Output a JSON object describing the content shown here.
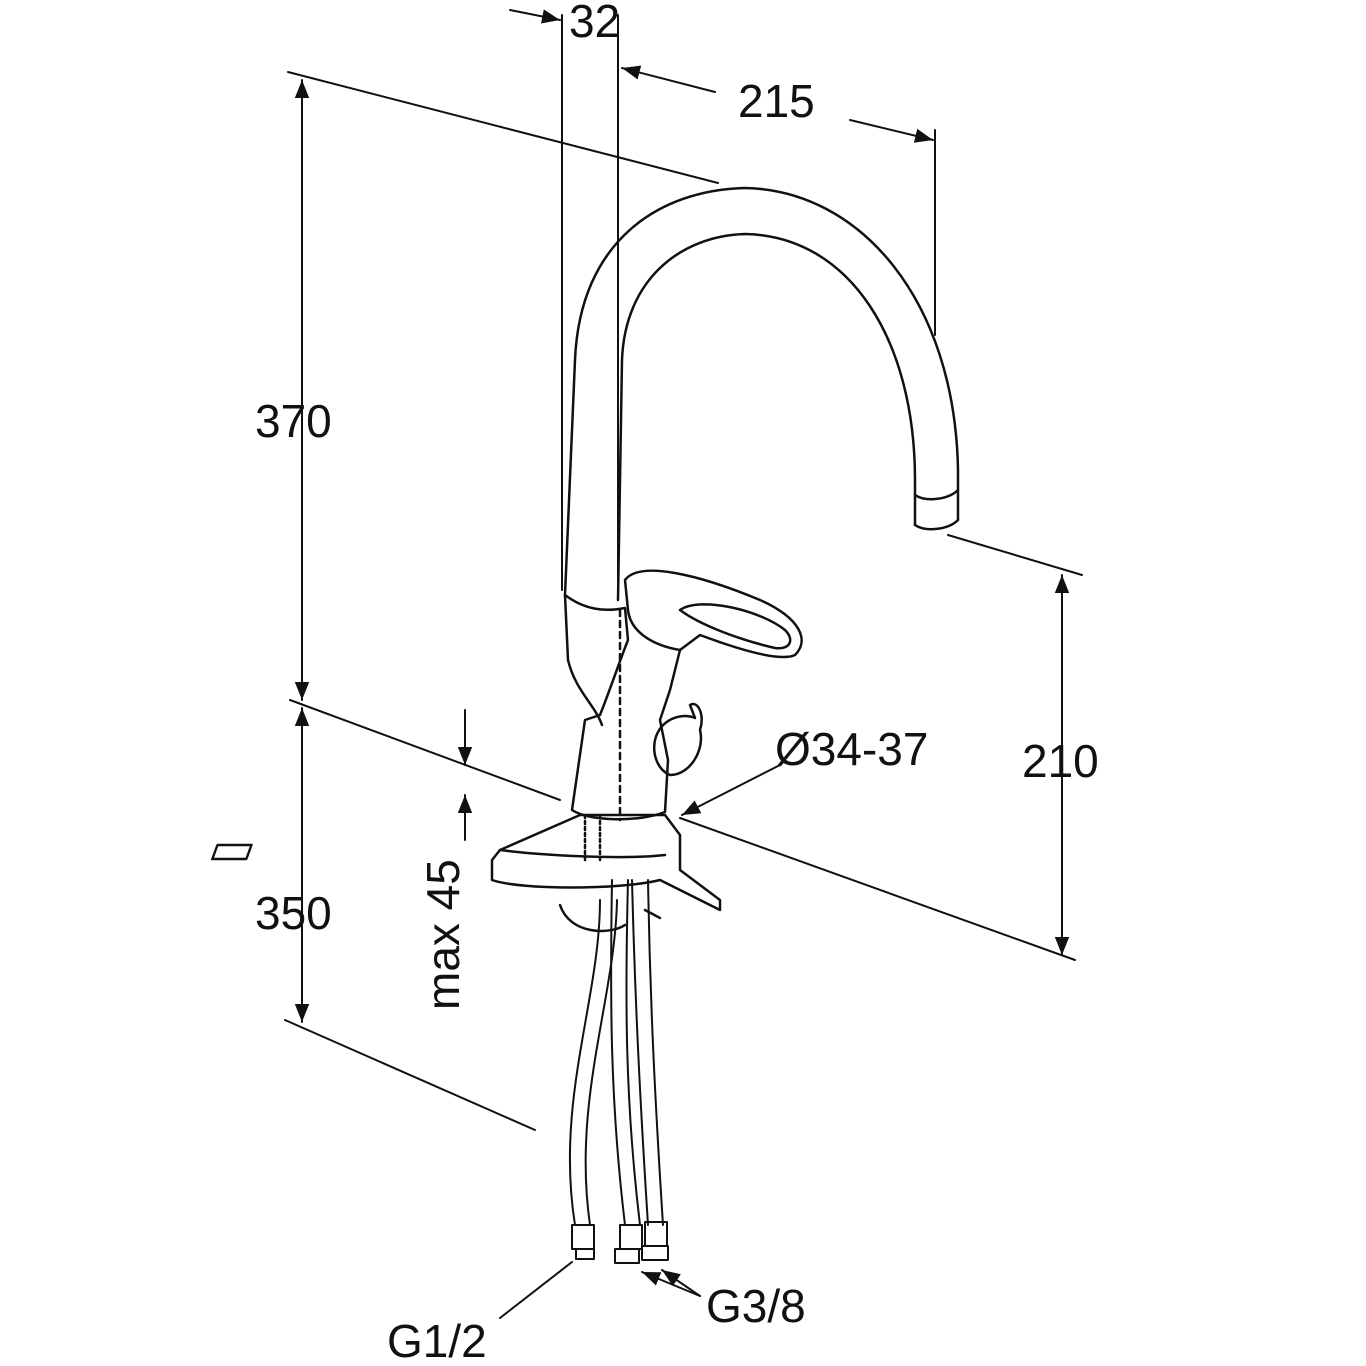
{
  "dimensions": {
    "width_pipe": "32",
    "reach": "215",
    "height_total": "370",
    "hose_length": "350",
    "spout_height": "210",
    "hole_diameter": "Ø34-37",
    "deck_thickness": "max 45",
    "connection_large": "G1/2",
    "connection_small": "G3/8"
  },
  "colors": {
    "line": "#111111",
    "background": "#ffffff"
  }
}
